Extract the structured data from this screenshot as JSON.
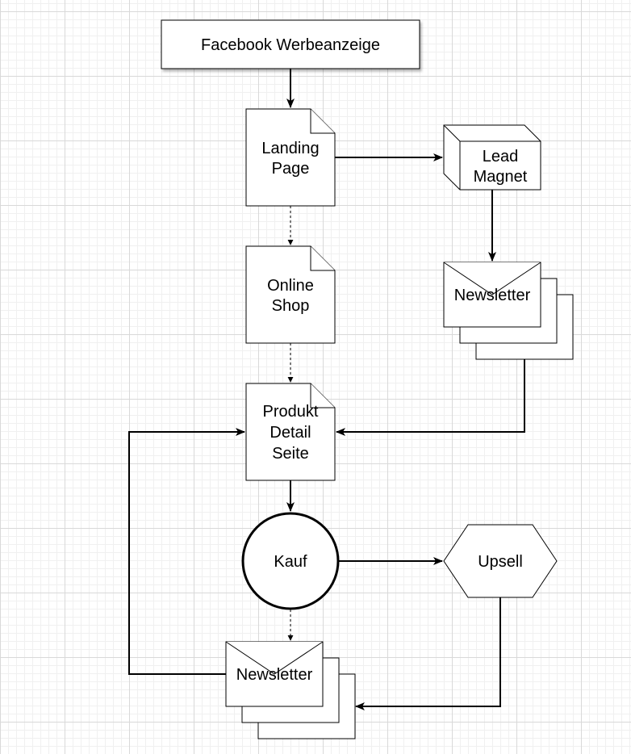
{
  "nodes": {
    "facebook_ad": "Facebook Werbeanzeige",
    "landing_page": [
      "Landing",
      "Page"
    ],
    "lead_magnet": [
      "Lead",
      "Magnet"
    ],
    "online_shop": [
      "Online",
      "Shop"
    ],
    "newsletter_top": "Newsletter",
    "product_detail": [
      "Produkt",
      "Detail",
      "Seite"
    ],
    "kauf": "Kauf",
    "upsell": "Upsell",
    "newsletter_bottom": "Newsletter"
  }
}
